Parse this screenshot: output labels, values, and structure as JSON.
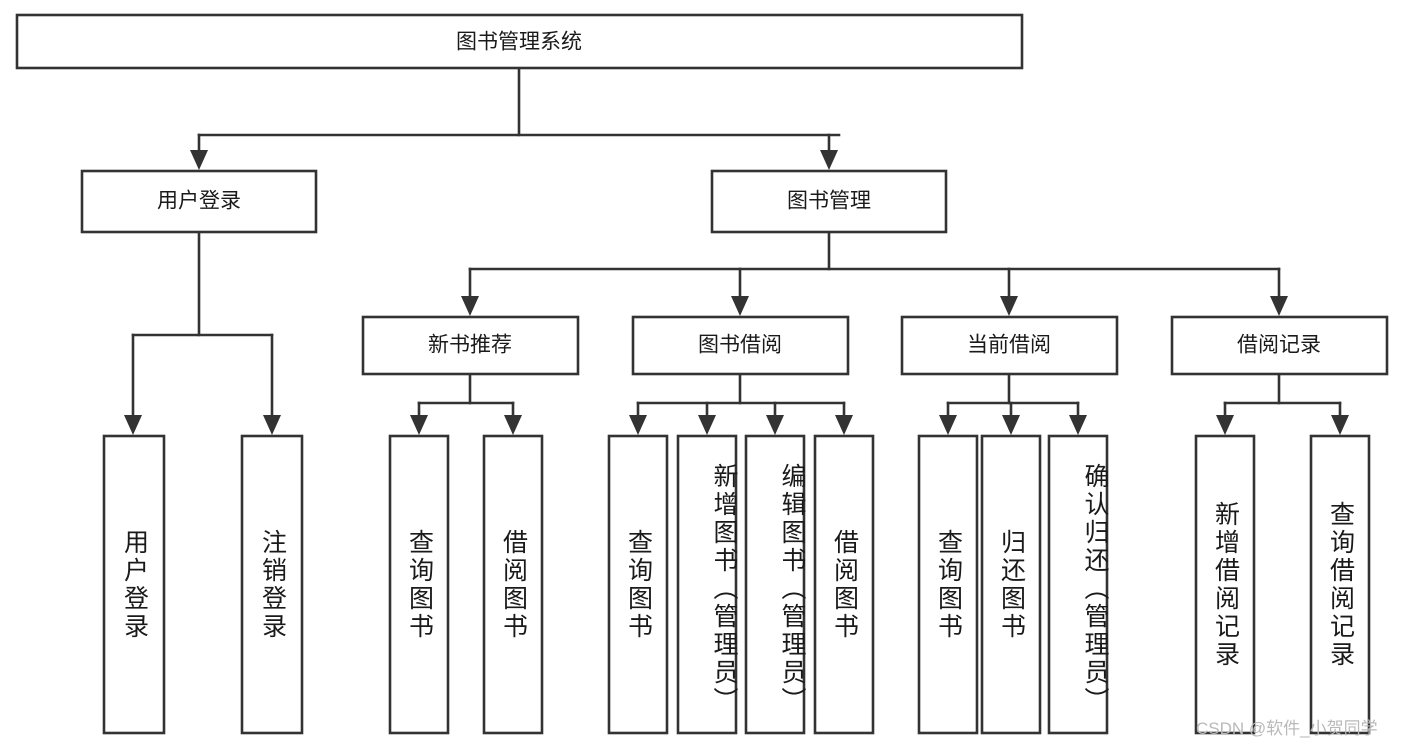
{
  "diagram": {
    "title_node": {
      "label": "图书管理系统"
    },
    "level2": [
      {
        "id": "user-login",
        "label": "用户登录"
      },
      {
        "id": "book-management",
        "label": "图书管理"
      }
    ],
    "level3": [
      {
        "id": "new-book-recommend",
        "label": "新书推荐"
      },
      {
        "id": "book-borrow",
        "label": "图书借阅"
      },
      {
        "id": "current-borrow",
        "label": "当前借阅"
      },
      {
        "id": "borrow-record",
        "label": "借阅记录"
      }
    ],
    "leaves": [
      {
        "id": "leaf-user-login",
        "label": "用户登录"
      },
      {
        "id": "leaf-logout-login",
        "label": "注销登录"
      },
      {
        "id": "leaf-query-book-1",
        "label": "查询图书"
      },
      {
        "id": "leaf-borrow-book-1",
        "label": "借阅图书"
      },
      {
        "id": "leaf-query-book-2",
        "label": "查询图书"
      },
      {
        "id": "leaf-add-book-admin",
        "label": "新增图书（管理员）"
      },
      {
        "id": "leaf-edit-book-admin",
        "label": "编辑图书（管理员）"
      },
      {
        "id": "leaf-borrow-book-2",
        "label": "借阅图书"
      },
      {
        "id": "leaf-query-book-3",
        "label": "查询图书"
      },
      {
        "id": "leaf-return-book",
        "label": "归还图书"
      },
      {
        "id": "leaf-confirm-return-admin",
        "label": "确认归还（管理员）"
      },
      {
        "id": "leaf-add-borrow-record",
        "label": "新增借阅记录"
      },
      {
        "id": "leaf-query-borrow-record",
        "label": "查询借阅记录"
      }
    ],
    "colors": {
      "stroke": "#333333",
      "box_fill": "#ffffff",
      "text": "#1a1a1a",
      "watermark": "#b9b9b9",
      "background": "#ffffff"
    }
  },
  "watermark": {
    "text": "CSDN @软件_小贺同学"
  }
}
